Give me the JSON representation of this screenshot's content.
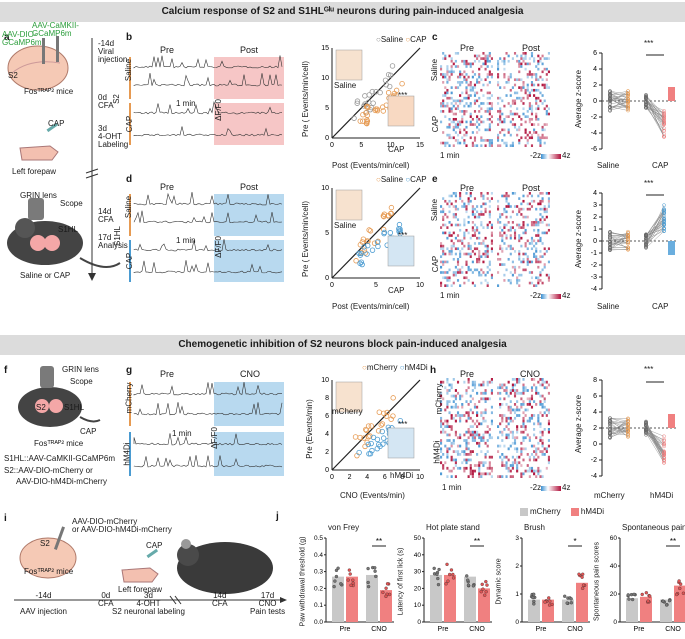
{
  "section1": {
    "title": "Calcium response of S2 and S1HLᴳˡᵘ neurons during pain-induced analgesia",
    "panel_a": {
      "letter": "a",
      "virus1": "AAV-CaMKII-\nGCaMP6m",
      "virus2": "AAV-DIO-\nGCaMP6m",
      "region": "S2",
      "mouse": "Fosᵀᴿᴬᴾ² mice",
      "cap": "CAP",
      "forepaw": "Left forepaw",
      "grin": "GRIN lens",
      "scope": "Scope",
      "s1hl": "S1HL",
      "treatment": "Saline or CAP",
      "timeline": [
        "-14d\nViral\ninjection",
        "0d\nCFA",
        "3d\n4-OHT\nLabeling",
        "14d\nCFA",
        "17d\nAnalysis"
      ]
    },
    "panel_b": {
      "letter": "b",
      "pre": "Pre",
      "post": "Post",
      "row_saline": "Saline",
      "row_cap": "CAP",
      "side": "S2",
      "scale_time": "1 min",
      "scale_amp": "ΔF/F0",
      "legend_saline": "Saline",
      "legend_cap": "CAP",
      "xlabel": "Post (Events/min/cell)",
      "ylabel": "Pre ( Events/min/cell)",
      "inset_saline": "Saline",
      "inset_cap": "CAP",
      "sig": "***",
      "xticks": [
        "0",
        "5",
        "10",
        "15"
      ],
      "yticks": [
        "0",
        "5",
        "10",
        "15"
      ]
    },
    "panel_c": {
      "letter": "c",
      "pre": "Pre",
      "post": "Post",
      "row_saline": "Saline",
      "row_cap": "CAP",
      "scale_time": "1 min",
      "cbar_min": "-2z",
      "cbar_max": "4z",
      "ylabel": "Average z-score",
      "xcats": [
        "Saline",
        "CAP"
      ],
      "sig": "***",
      "yticks": [
        "-6",
        "-4",
        "-2",
        "0",
        "2",
        "4",
        "6"
      ]
    },
    "panel_d": {
      "letter": "d",
      "pre": "Pre",
      "post": "Post",
      "row_saline": "Saline",
      "row_cap": "CAP",
      "side": "S1HL",
      "scale_time": "1 min",
      "scale_amp": "ΔF/F0",
      "legend_saline": "Saline",
      "legend_cap": "CAP",
      "xlabel": "Post (Events/min/cell)",
      "ylabel": "Pre ( Events/min/cell)",
      "inset_saline": "Saline",
      "inset_cap": "CAP",
      "sig": "***",
      "xticks": [
        "0",
        "5",
        "10"
      ],
      "yticks": [
        "0",
        "5",
        "10"
      ]
    },
    "panel_e": {
      "letter": "e",
      "pre": "Pre",
      "post": "Post",
      "row_saline": "Saline",
      "row_cap": "CAP",
      "scale_time": "1 min",
      "cbar_min": "-2z",
      "cbar_max": "4z",
      "ylabel": "Average z-score",
      "xcats": [
        "Saline",
        "CAP"
      ],
      "sig": "***",
      "yticks": [
        "-4",
        "-3",
        "-2",
        "-1",
        "0",
        "1",
        "2",
        "3",
        "4"
      ]
    }
  },
  "section2": {
    "title": "Chemogenetic inhibition of S2 neurons block pain-induced analgesia",
    "panel_f": {
      "letter": "f",
      "grin": "GRIN lens",
      "scope": "Scope",
      "s2": "S2",
      "s1hl": "S1HL",
      "cap": "CAP",
      "mouse": "Fosᵀᴿᴬᴾ² mice",
      "virus1": "S1HL::AAV-CaMKII-GCaMP6m",
      "virus2": "S2::AAV-DIO-mCherry or",
      "virus3": "AAV-DIO-hM4Di-mCherry"
    },
    "panel_g": {
      "letter": "g",
      "pre": "Pre",
      "post": "CNO",
      "row1": "mCherry",
      "row2": "hM4Di",
      "scale_time": "1 min",
      "scale_amp": "ΔF/F0",
      "legend_a": "mCherry",
      "legend_b": "hM4Di",
      "xlabel": "CNO (Events/min)",
      "ylabel": "Pre (Events/min)",
      "inset_a": "mCherry",
      "inset_b": "hM4Di",
      "sig": "***",
      "xticks": [
        "0",
        "2",
        "4",
        "6",
        "8",
        "10"
      ],
      "yticks": [
        "0",
        "2",
        "4",
        "6",
        "8",
        "10"
      ]
    },
    "panel_h": {
      "letter": "h",
      "pre": "Pre",
      "post": "CNO",
      "row1": "mCherry",
      "row2": "hM4Di",
      "scale_time": "1 min",
      "cbar_min": "-2z",
      "cbar_max": "4z",
      "ylabel": "Average z-score",
      "xcats": [
        "mCherry",
        "hM4Di"
      ],
      "sig": "***",
      "yticks": [
        "-4",
        "-2",
        "0",
        "2",
        "4",
        "6",
        "8"
      ]
    }
  },
  "panel_i": {
    "letter": "i",
    "virus": "AAV-DIO-mCherry\nor AAV-DIO-hM4Di-mCherry",
    "region": "S2",
    "mouse": "Fosᵀᴿᴬᴾ² mice",
    "cap": "CAP",
    "forepaw": "Left forepaw",
    "timeline": [
      "-14d\n\nAAV injection",
      "0d\nCFA",
      "3d\n4-OHT\nS2 neuronal labeling",
      "14d\nCFA",
      "17d\nCNO\nPain tests"
    ]
  },
  "panel_j": {
    "letter": "j",
    "legend_a": "mCherry",
    "legend_b": "hM4Di",
    "color_a": "#c8c8c8",
    "color_b": "#f08080",
    "groups": [
      "Pre",
      "CNO"
    ]
  },
  "chart_data": [
    {
      "type": "bar",
      "title": "von Frey",
      "ylabel": "Paw withdrawal threshold (g)",
      "categories": [
        "Pre",
        "CNO"
      ],
      "ylim": [
        0,
        0.5
      ],
      "yticks": [
        "0.0",
        "0.1",
        "0.2",
        "0.3",
        "0.4",
        "0.5"
      ],
      "series": [
        {
          "name": "mCherry",
          "values": [
            0.27,
            0.28
          ]
        },
        {
          "name": "hM4Di",
          "values": [
            0.27,
            0.19
          ]
        }
      ],
      "sig": [
        {
          "group": 1,
          "label": "**"
        }
      ]
    },
    {
      "type": "bar",
      "title": "Hot plate stand",
      "ylabel": "Latency of first lick (s)",
      "categories": [
        "Pre",
        "CNO"
      ],
      "ylim": [
        0,
        50
      ],
      "yticks": [
        "0",
        "10",
        "20",
        "30",
        "40",
        "50"
      ],
      "series": [
        {
          "name": "mCherry",
          "values": [
            28,
            27
          ]
        },
        {
          "name": "hM4Di",
          "values": [
            28,
            20
          ]
        }
      ],
      "sig": [
        {
          "group": 1,
          "label": "**"
        }
      ]
    },
    {
      "type": "bar",
      "title": "Brush",
      "ylabel": "Dynamic score",
      "categories": [
        "Pre",
        "CNO"
      ],
      "ylim": [
        0,
        3
      ],
      "yticks": [
        "0",
        "1",
        "2",
        "3"
      ],
      "series": [
        {
          "name": "mCherry",
          "values": [
            0.8,
            0.8
          ]
        },
        {
          "name": "hM4Di",
          "values": [
            0.8,
            1.4
          ]
        }
      ],
      "sig": [
        {
          "group": 1,
          "label": "*"
        }
      ]
    },
    {
      "type": "bar",
      "title": "Spontaneous pain",
      "ylabel": "Spontaneous pain scores",
      "categories": [
        "Pre",
        "CNO"
      ],
      "ylim": [
        0,
        60
      ],
      "yticks": [
        "0",
        "20",
        "40",
        "60"
      ],
      "series": [
        {
          "name": "mCherry",
          "values": [
            17,
            16
          ]
        },
        {
          "name": "hM4Di",
          "values": [
            18,
            26
          ]
        }
      ],
      "sig": [
        {
          "group": 1,
          "label": "**"
        }
      ]
    }
  ]
}
